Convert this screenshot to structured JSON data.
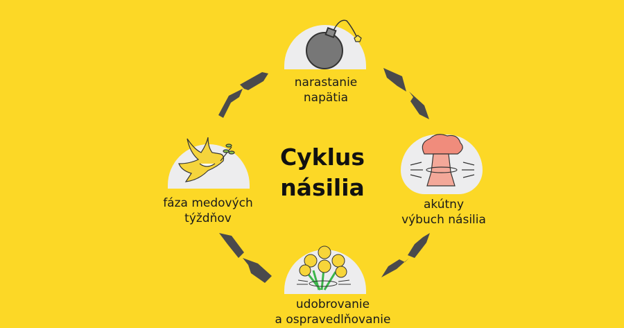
{
  "title": {
    "line1": "Cyklus",
    "line2": "násilia"
  },
  "stages": [
    {
      "id": "tension",
      "icon": "bomb-icon",
      "line1": "narastanie",
      "line2": "napätia"
    },
    {
      "id": "explosion",
      "icon": "explosion-icon",
      "line1": "akútny",
      "line2": "výbuch násilia"
    },
    {
      "id": "reconciliation",
      "icon": "flower-bouquet-icon",
      "line1": "udobrovanie",
      "line2": "a ospravedlňovanie"
    },
    {
      "id": "honeymoon",
      "icon": "dove-icon",
      "line1": "fáza medových",
      "line2": "týždňov"
    }
  ],
  "colors": {
    "background": "#FCD826",
    "dome": "#EDEDEE",
    "arrow": "#4A4A4C",
    "text": "#1A1A1A"
  }
}
